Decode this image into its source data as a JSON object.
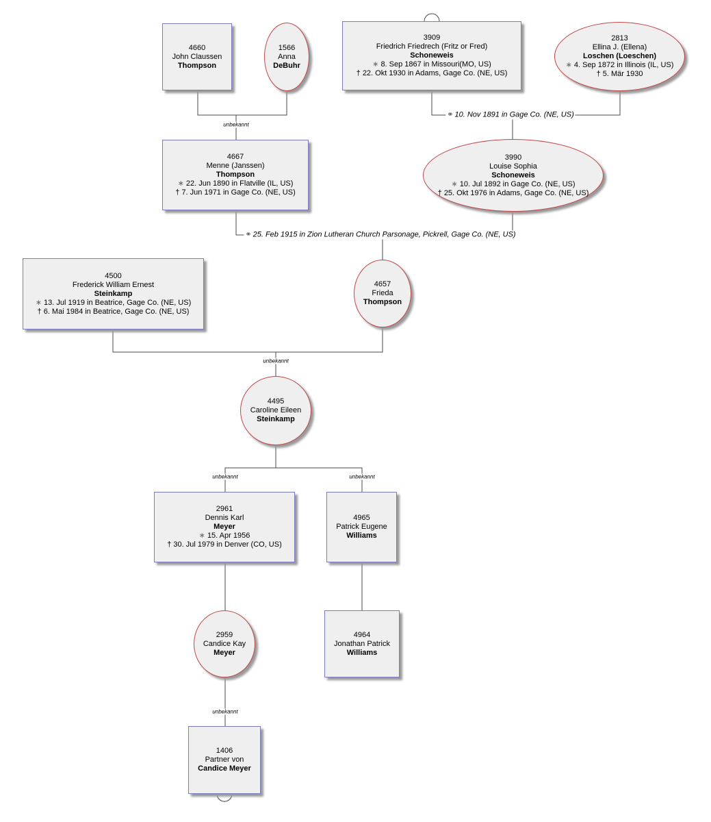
{
  "labels": {
    "unknown": "unbekannt",
    "marriage_symbol": "⚭",
    "birth_symbol": "∗",
    "death_symbol": "†"
  },
  "persons": {
    "p4660": {
      "id": "4660",
      "given": "John Claussen",
      "surname": "Thompson"
    },
    "p1566": {
      "id": "1566",
      "given": "Anna",
      "surname": "DeBuhr"
    },
    "p3909": {
      "id": "3909",
      "given": "Friedrich Friedrech (Fritz or Fred)",
      "surname": "Schoneweis",
      "birth": "8. Sep 1867 in Missouri(MO, US)",
      "death": "22. Okt 1930 in Adams, Gage Co. (NE, US)"
    },
    "p2813": {
      "id": "2813",
      "given": "Ellina J. (Ellena)",
      "surname": "Loschen (Loeschen)",
      "birth": "4. Sep 1872 in Illinois (IL, US)",
      "death": "5. Mär 1930"
    },
    "p4667": {
      "id": "4667",
      "given": "Menne (Janssen)",
      "surname": "Thompson",
      "birth": "22. Jun 1890 in Flatville (IL, US)",
      "death": "7. Jun 1971 in Gage Co. (NE, US)"
    },
    "p3990": {
      "id": "3990",
      "given": "Louise Sophia",
      "surname": "Schoneweis",
      "birth": "10. Jul 1892 in Gage Co. (NE, US)",
      "death": "25. Okt 1976 in Adams, Gage Co. (NE, US)"
    },
    "p4500": {
      "id": "4500",
      "given": "Frederick William Ernest",
      "surname": "Steinkamp",
      "birth": "13. Jul 1919 in Beatrice, Gage Co. (NE, US)",
      "death": "6. Mai 1984 in Beatrice, Gage Co. (NE, US)"
    },
    "p4657": {
      "id": "4657",
      "given": "Frieda",
      "surname": "Thompson"
    },
    "p4495": {
      "id": "4495",
      "given": "Caroline Eileen",
      "surname": "Steinkamp"
    },
    "p2961": {
      "id": "2961",
      "given": "Dennis Karl",
      "surname": "Meyer",
      "birth": "15. Apr 1956",
      "death": "30. Jul 1979 in Denver (CO, US)"
    },
    "p4965": {
      "id": "4965",
      "given": "Patrick Eugene",
      "surname": "Williams"
    },
    "p2959": {
      "id": "2959",
      "given": "Candice Kay",
      "surname": "Meyer"
    },
    "p4964": {
      "id": "4964",
      "given": "Jonathan Patrick",
      "surname": "Williams"
    },
    "p1406": {
      "id": "1406",
      "given": "Partner von",
      "surname": "Candice Meyer"
    }
  },
  "marriages": {
    "m3909_2813": "10. Nov 1891 in Gage Co. (NE, US)",
    "m4667_3990": "25. Feb 1915 in Zion Lutheran Church Parsonage, Pickrell, Gage Co. (NE, US)"
  }
}
